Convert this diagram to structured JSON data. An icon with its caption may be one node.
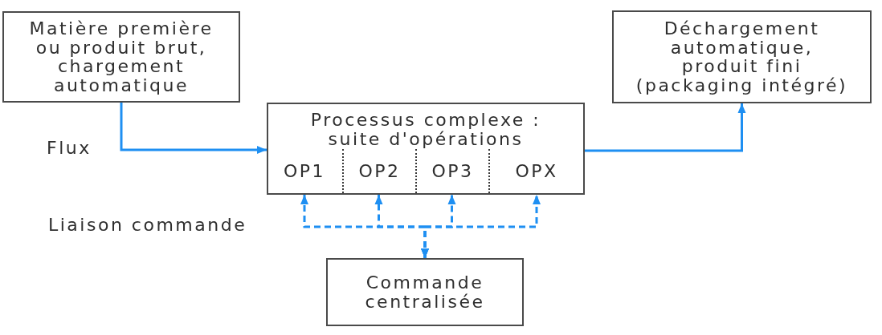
{
  "diagram": {
    "nodes": [
      {
        "text": [
          "Matière première ou produit brut, chargement automatique"
        ]
      },
      {
        "text": [
          "Déchargement automatique, produit fini (packaging intégré)"
        ]
      },
      {
        "text": [
          "Processus complexe : suite d'opérations"
        ]
      },
      {
        "text": [
          "OP1"
        ],
        "in": 2
      },
      {
        "text": [
          "OP2"
        ],
        "in": 2
      },
      {
        "text": [
          "OP3"
        ],
        "in": 2
      },
      {
        "text": [
          "OPX"
        ],
        "in": 2
      },
      {
        "text": [
          "Commande centralisée"
        ]
      }
    ],
    "edges": [
      {
        "from": 0,
        "to": 2,
        "arrow": "to"
      },
      {
        "from": 2,
        "to": 1,
        "arrow": "to"
      },
      {
        "from": 7,
        "to": 3,
        "arrow": "both",
        "style": "dashed"
      },
      {
        "from": 7,
        "to": 4,
        "arrow": "both",
        "style": "dashed"
      },
      {
        "from": 7,
        "to": 5,
        "arrow": "both",
        "style": "dashed"
      },
      {
        "from": 7,
        "to": 6,
        "arrow": "both",
        "style": "dashed"
      }
    ],
    "labels": [
      "Flux",
      "Liaison commande"
    ]
  }
}
